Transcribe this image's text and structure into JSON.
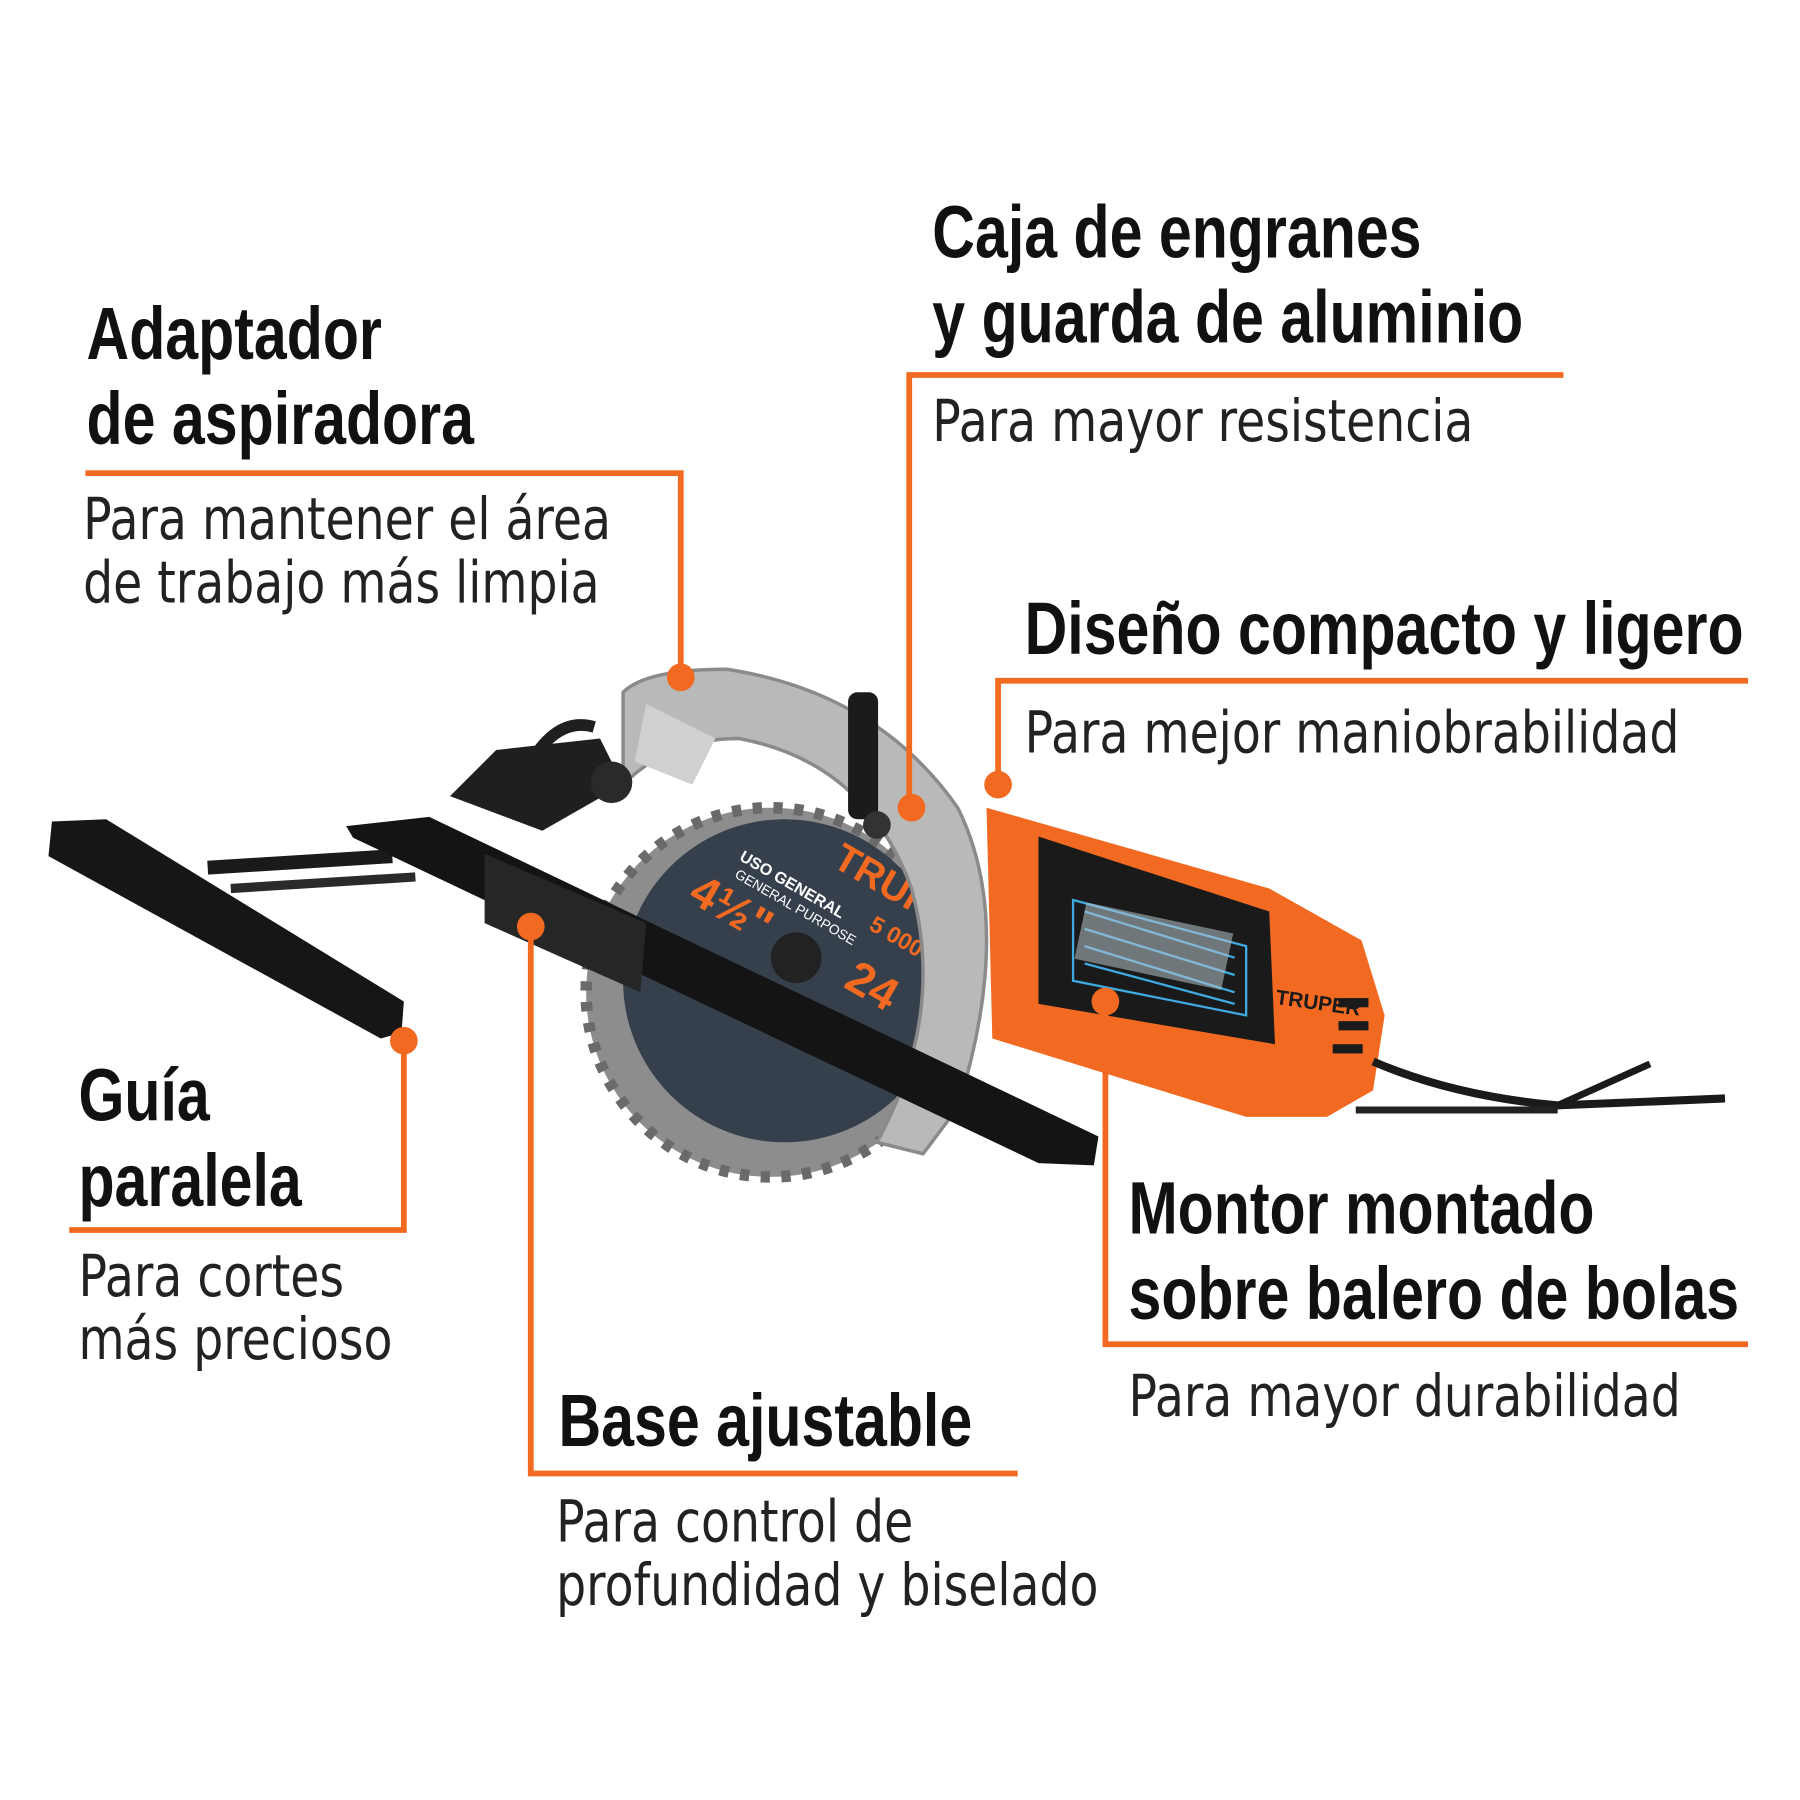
{
  "accent_color": "#f26a21",
  "callouts": [
    {
      "id": "adaptador",
      "title": [
        "Adaptador",
        "de aspiradora"
      ],
      "subtitle": [
        "Para mantener el área",
        "de trabajo más limpia"
      ]
    },
    {
      "id": "caja",
      "title": [
        "Caja de engranes",
        "y guarda de aluminio"
      ],
      "subtitle": [
        "Para mayor resistencia"
      ]
    },
    {
      "id": "diseno",
      "title": [
        "Diseño compacto y ligero"
      ],
      "subtitle": [
        "Para mejor maniobrabilidad"
      ]
    },
    {
      "id": "guia",
      "title": [
        "Guía",
        "paralela"
      ],
      "subtitle": [
        "Para cortes",
        "más precioso"
      ]
    },
    {
      "id": "base",
      "title": [
        "Base ajustable"
      ],
      "subtitle": [
        "Para control de",
        "profundidad y biselado"
      ]
    },
    {
      "id": "montor",
      "title": [
        "Montor montado",
        "sobre balero de bolas"
      ],
      "subtitle": [
        "Para mayor durabilidad"
      ]
    }
  ],
  "product": {
    "brand": "TRUPER",
    "blade_line1": "USO GENERAL",
    "blade_line2": "GENERAL PURPOSE",
    "blade_diameter": "4½\"",
    "blade_speed": "5 000",
    "blade_teeth": "24"
  }
}
